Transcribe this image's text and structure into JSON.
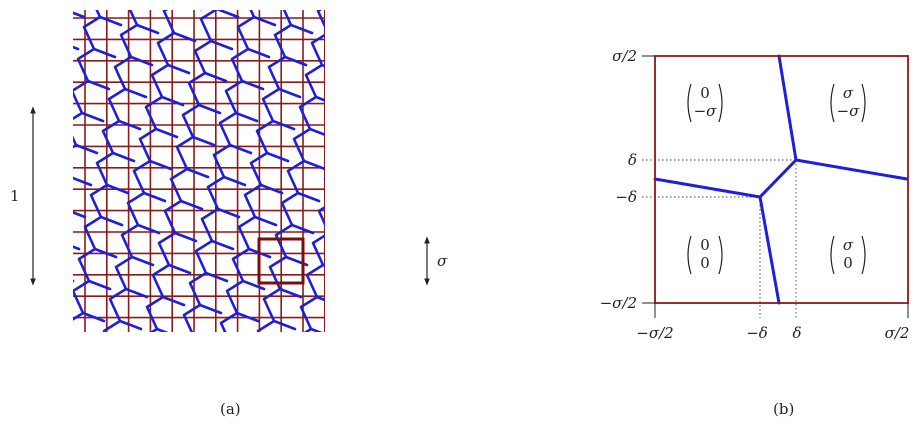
{
  "panel_a": {
    "caption": "(a)",
    "length_label": "1",
    "sigma_label": "σ",
    "colors": {
      "grid": "#8b1a1a",
      "mesh": "#1f1fd6",
      "box": "#7a0d0d"
    }
  },
  "panel_b": {
    "caption": "(b)",
    "y_top": "σ/2",
    "y_delta": "δ",
    "y_neg_delta": "−δ",
    "y_bottom": "−σ/2",
    "x_left": "−σ/2",
    "x_neg_delta": "−δ",
    "x_delta": "δ",
    "x_right": "σ/2",
    "regions": {
      "top_left": [
        "0",
        "−σ"
      ],
      "top_right": [
        "σ",
        "−σ"
      ],
      "bottom_left": [
        "0",
        "0"
      ],
      "bottom_right": [
        "σ",
        "0"
      ]
    },
    "colors": {
      "frame": "#8b1a1a",
      "boundary": "#1f1fd6"
    }
  }
}
